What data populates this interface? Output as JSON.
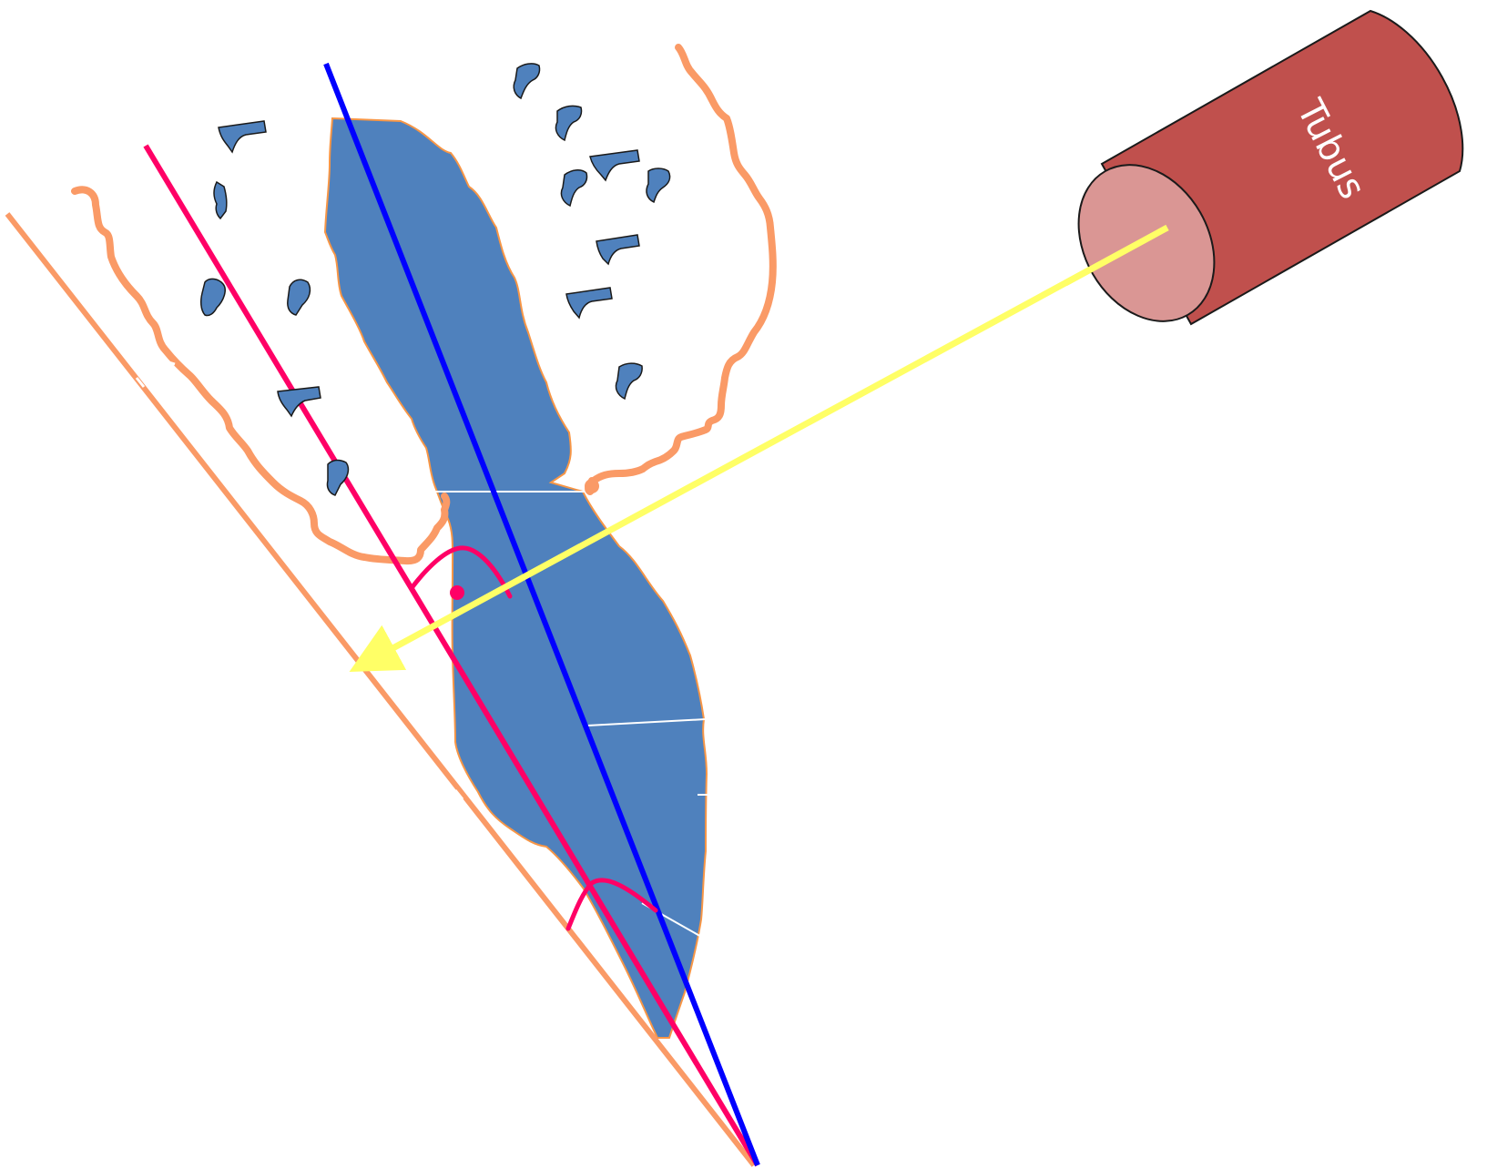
{
  "tubus": {
    "label": "Tubus",
    "body_color": "#c0504d",
    "face_color": "#da9694"
  },
  "colors": {
    "tooth_fill": "#4f81bd",
    "tooth_outline": "#f79646",
    "gingiva": "#fa9a66",
    "tooth_axis": "#0000ff",
    "bisector": "#ff0066",
    "film": "#fa9a66",
    "central_ray": "#ffff66",
    "white_lines": "#ffffff",
    "tooth_germ_outline": "#1a1a1a"
  },
  "icons": {
    "tubus": "cylinder-tube",
    "central_ray": "arrow",
    "tooth_germs": "small-tooth-shapes"
  }
}
